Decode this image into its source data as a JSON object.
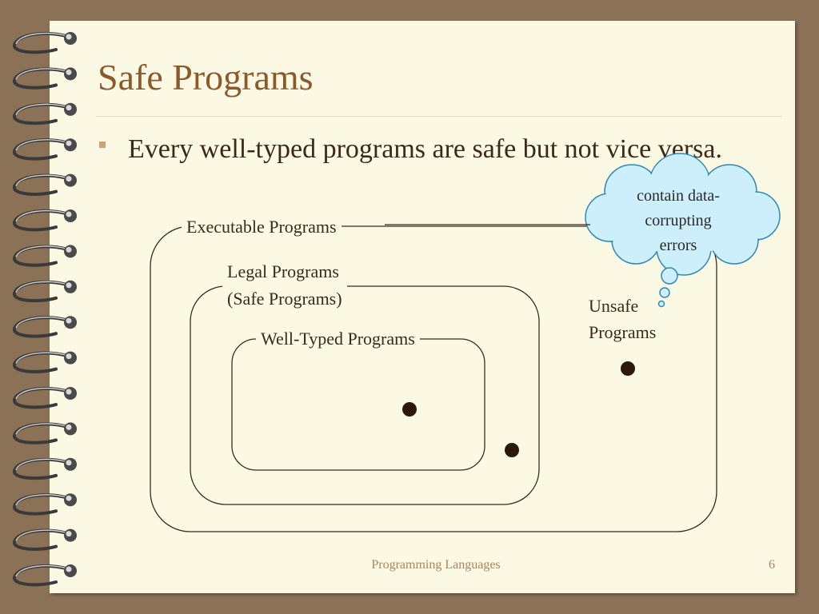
{
  "slide": {
    "title": "Safe Programs",
    "bullet": "Every well-typed programs are safe but not vice versa.",
    "footer": "Programming Languages",
    "page_number": "6"
  },
  "diagram": {
    "executable_label": "Executable Programs",
    "legal_label_line1": "Legal Programs",
    "legal_label_line2": "(Safe Programs)",
    "well_typed_label": "Well-Typed Programs",
    "unsafe_label_line1": "Unsafe",
    "unsafe_label_line2": "Programs",
    "callout_line1": "contain data-",
    "callout_line2": "corrupting",
    "callout_line3": "errors"
  },
  "colors": {
    "background": "#8b7257",
    "slide": "#fbf8e4",
    "title": "#8b5a2b",
    "body_text": "#3b2a1a",
    "outline": "#3b2a1a",
    "cloud_fill": "#cdeefb",
    "cloud_stroke": "#2d8ab8",
    "footer": "#a8875e"
  }
}
